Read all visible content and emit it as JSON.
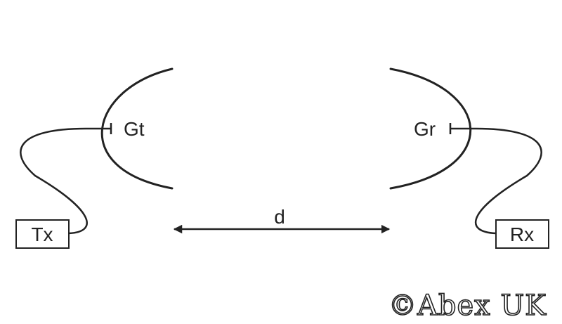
{
  "labels": {
    "transmitter_gain": "Gt",
    "receiver_gain": "Gr",
    "distance": "d",
    "transmitter": "Tx",
    "receiver": "Rx"
  },
  "watermark": "©Abex UK",
  "colors": {
    "line": "#222222",
    "background": "#ffffff"
  }
}
